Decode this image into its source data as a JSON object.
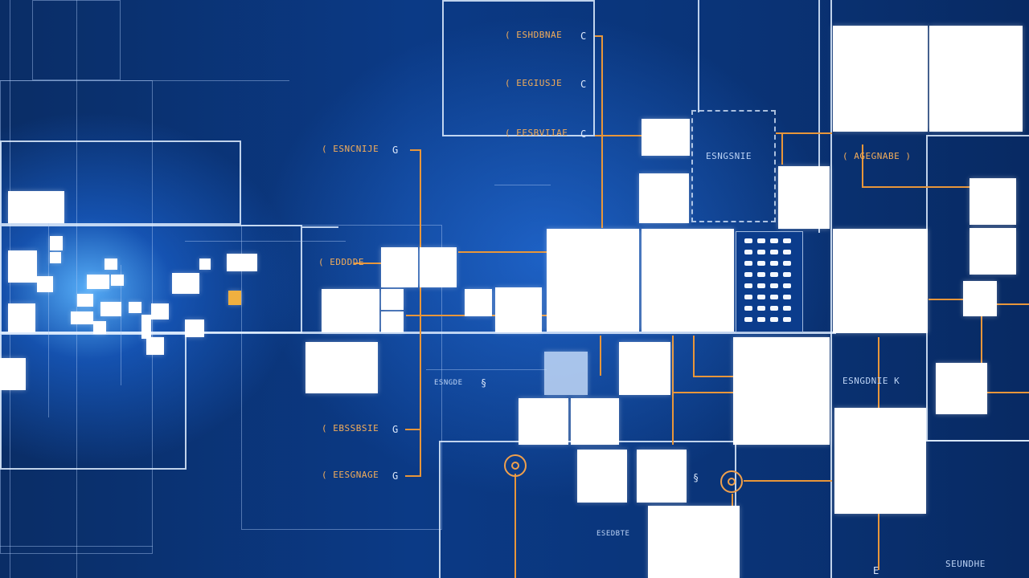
{
  "colors": {
    "background": "#0a2f6e",
    "glow": "#5ab4ff",
    "line_white": "#dcebff",
    "accent_orange": "#e8963a",
    "block_white": "#ffffff"
  },
  "labels": {
    "l1": "( ESHDBNAE",
    "l2": "( EEGIUSJE",
    "l3": "( EESBVIIAE",
    "l4": "( ESNCNIJE",
    "l5": "( EBSSBSIE",
    "l6": "ESNGSNIE",
    "l7": "( AGEGNABE )",
    "l8": "( EDDDDE",
    "l9": "( EESGNAGE",
    "l10": "ESNGDNIE  K",
    "l11": "SEUNDHE",
    "l12": "ESEDBTE",
    "l13": "ESNGDE"
  },
  "chips": {
    "c1": "C",
    "c2": "C",
    "c3": "C",
    "c4": "G",
    "c5": "G",
    "c6": "G",
    "c7": "E",
    "c8": "§",
    "c9": "§"
  }
}
